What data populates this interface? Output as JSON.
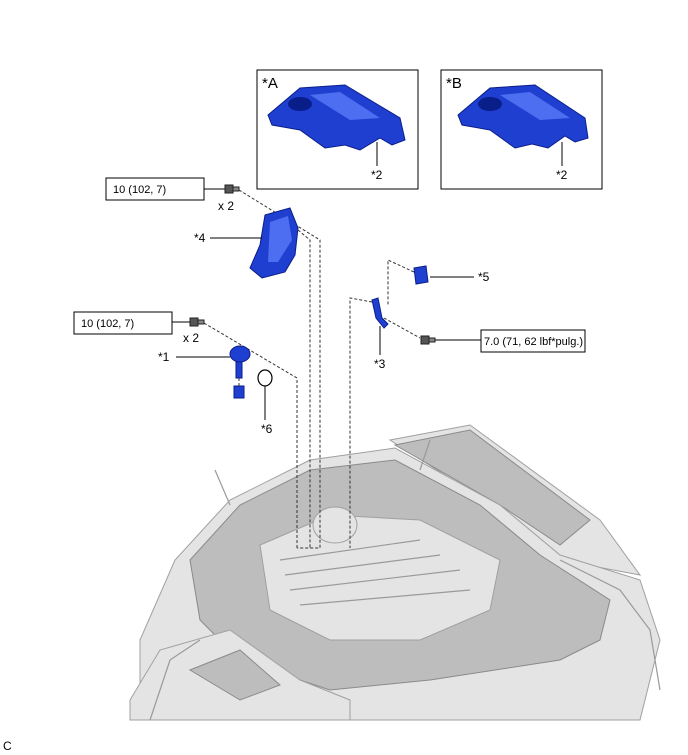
{
  "panels": [
    {
      "tag": "*A",
      "callout": "*2"
    },
    {
      "tag": "*B",
      "callout": "*2"
    }
  ],
  "callouts": {
    "c1": "*1",
    "c3": "*3",
    "c4": "*4",
    "c5": "*5",
    "c6": "*6"
  },
  "torque": {
    "t_upper": "10 (102, 7)",
    "t_lower": "10 (102, 7)",
    "t_right": "7.0 (71, 62 lbf*pulg.)"
  },
  "quantity": {
    "q_upper": "x 2",
    "q_lower": "x 2"
  },
  "figure_code": "C",
  "colors": {
    "part_blue": "#1f3fd1",
    "car_gray": "#bdbdbd"
  }
}
